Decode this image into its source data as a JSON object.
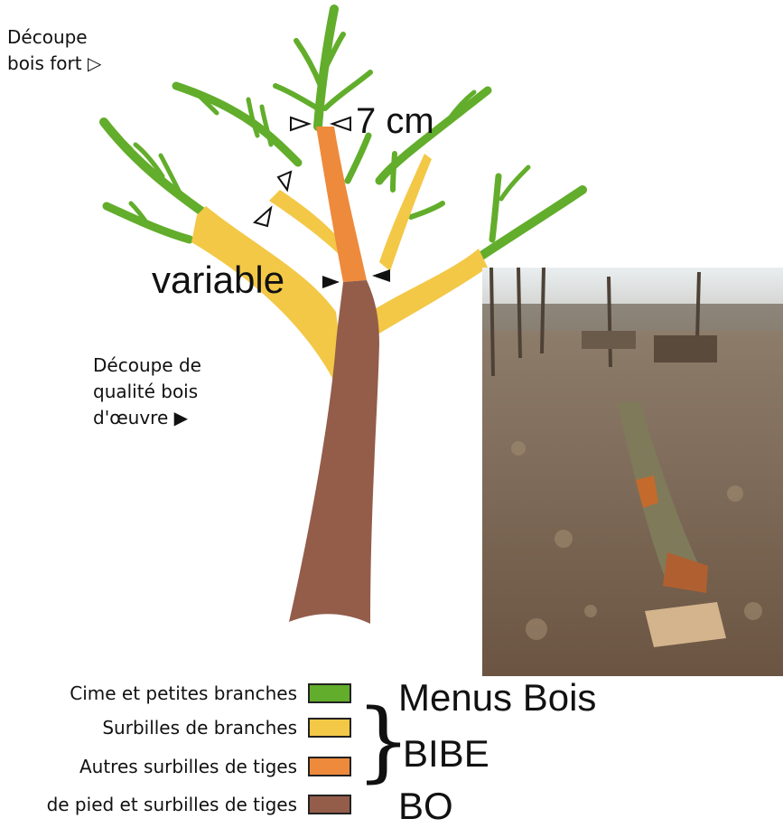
{
  "labels": {
    "decoupe_bois_fort": "Découpe\nbois fort ▷",
    "seven_cm": "7 cm",
    "variable": "variable",
    "decoupe_qualite": "Découpe de\nqualité bois\nd'œuvre ▶"
  },
  "legend": [
    {
      "label": "Cime et petites branches",
      "color": "#62ad2b"
    },
    {
      "label": "Surbilles de branches",
      "color": "#f3c847"
    },
    {
      "label": "Autres surbilles de tiges",
      "color": "#ee8a3c"
    },
    {
      "label": "de pied et surbilles de tiges",
      "color": "#935d4a"
    }
  ],
  "categories": {
    "menus_bois": "Menus Bois",
    "bibe": "BIBE",
    "bo": "BO"
  },
  "colors": {
    "green": "#62ad2b",
    "yellow": "#f3c847",
    "orange": "#ee8a3c",
    "brown": "#935d4a"
  }
}
